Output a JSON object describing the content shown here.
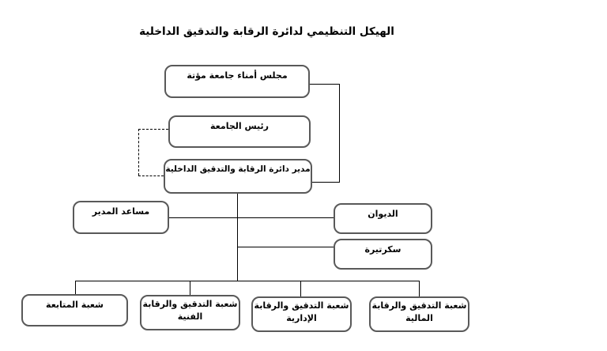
{
  "title": "الهيكل التنظيمي لدائرة الرقابة والتدقيق الداخلية",
  "nodes": {
    "board": {
      "label": "مجلس أمناء جامعة مؤتة"
    },
    "president": {
      "label": "رئيس الجامعة"
    },
    "director": {
      "label": "مدير دائرة الرقابة والتدقيق الداخلية"
    },
    "assistant": {
      "label": "مساعد المدير"
    },
    "diwan": {
      "label": "الديوان"
    },
    "secretary": {
      "label": "سكرتيرة"
    },
    "followup": {
      "label": "شعبة المتابعة"
    },
    "technical": {
      "label": "شعبة التدقيق والرقابة الفنية"
    },
    "administrative": {
      "label": "شعبة التدقيق والرقابة الإدارية"
    },
    "financial": {
      "label": "شعبة التدقيق والرقابة المالية"
    }
  },
  "colors": {
    "background": "#ffffff",
    "box_border": "#595959",
    "connector": "#000000",
    "text": "#000000"
  },
  "connector_styles": {
    "board_to_director": "solid",
    "president_to_director": "dashed"
  }
}
